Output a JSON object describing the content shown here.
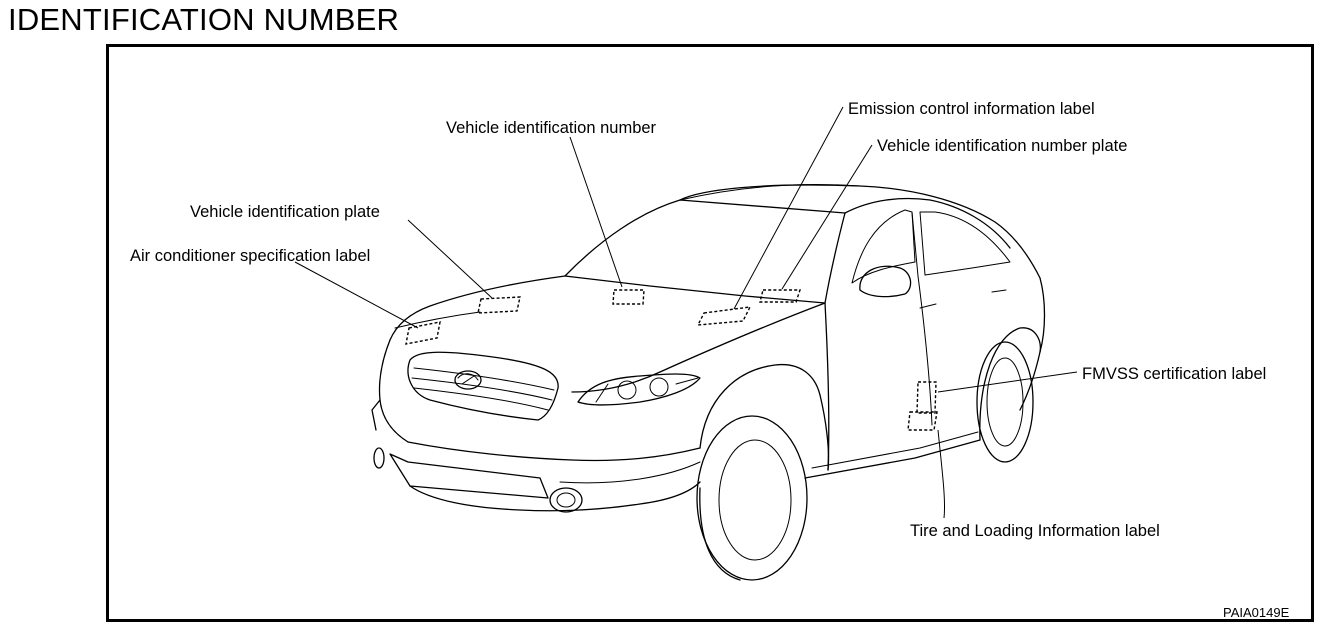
{
  "header": {
    "title": "IDENTIFICATION NUMBER"
  },
  "diagram": {
    "callouts": {
      "vin": "Vehicle identification number",
      "emission": "Emission control information label",
      "vin_plate": "Vehicle identification number plate",
      "id_plate": "Vehicle identification plate",
      "ac_label": "Air conditioner specification label",
      "fmvss": "FMVSS certification label",
      "tire": "Tire and Loading Information label"
    },
    "figure_code": "PAIA0149E"
  }
}
